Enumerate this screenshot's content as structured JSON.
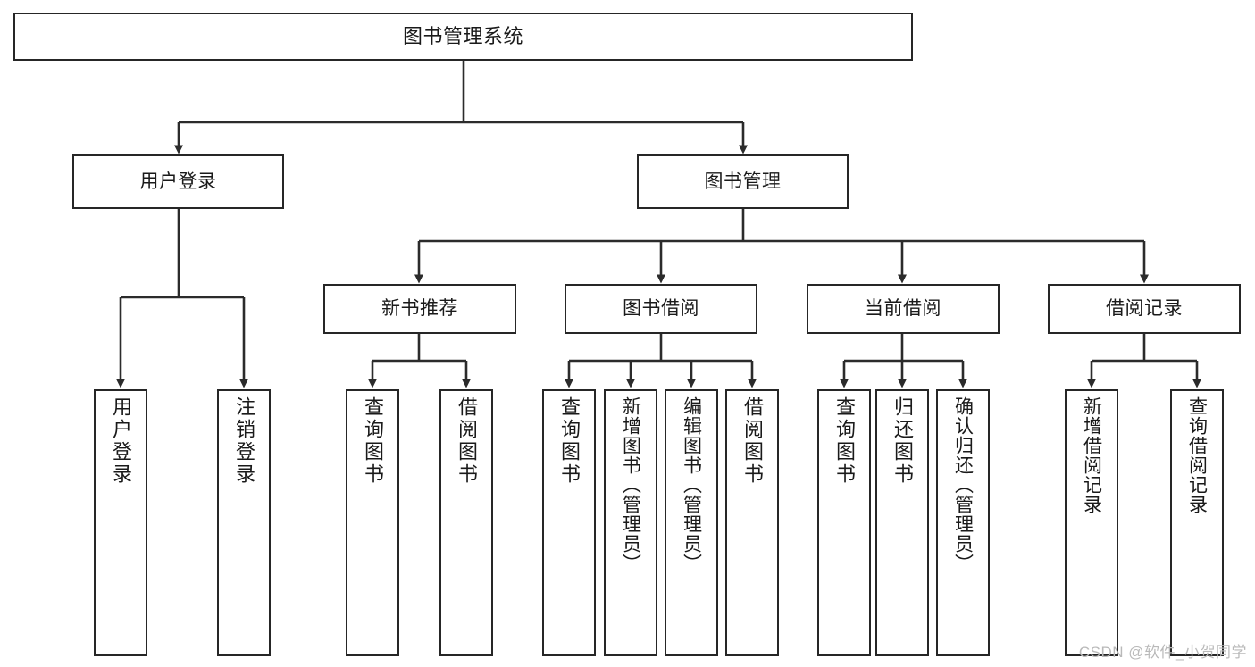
{
  "diagram": {
    "type": "tree-hierarchy",
    "title": "图书管理系统",
    "watermark": "CSDN @软件_小贺同学",
    "colors": {
      "box_border": "#262626",
      "box_fill": "#ffffff",
      "line": "#2b2b2b",
      "text": "#1a1a1a",
      "watermark": "#b9b9b9"
    },
    "nodes": {
      "root": {
        "label": "图书管理系统"
      },
      "level1": [
        {
          "id": "user-login",
          "label": "用户登录"
        },
        {
          "id": "book-manage",
          "label": "图书管理"
        }
      ],
      "level2": [
        {
          "id": "new-book-rec",
          "label": "新书推荐"
        },
        {
          "id": "book-borrow",
          "label": "图书借阅"
        },
        {
          "id": "current-borrow",
          "label": "当前借阅"
        },
        {
          "id": "borrow-record",
          "label": "借阅记录"
        }
      ],
      "leaves": {
        "user_login": [
          {
            "id": "leaf-user-login",
            "label": "用户登录"
          },
          {
            "id": "leaf-logout-login",
            "label": "注销登录"
          }
        ],
        "new_book_rec": [
          {
            "id": "leaf-query-book-1",
            "label": "查询图书"
          },
          {
            "id": "leaf-borrow-book-1",
            "label": "借阅图书"
          }
        ],
        "book_borrow": [
          {
            "id": "leaf-query-book-2",
            "label": "查询图书"
          },
          {
            "id": "leaf-add-book",
            "label": "新增图书（管理员）"
          },
          {
            "id": "leaf-edit-book",
            "label": "编辑图书（管理员）"
          },
          {
            "id": "leaf-borrow-book-2",
            "label": "借阅图书"
          }
        ],
        "current_borrow": [
          {
            "id": "leaf-query-book-3",
            "label": "查询图书"
          },
          {
            "id": "leaf-return-book",
            "label": "归还图书"
          },
          {
            "id": "leaf-confirm-return",
            "label": "确认归还（管理员）"
          }
        ],
        "borrow_record": [
          {
            "id": "leaf-add-record",
            "label": "新增借阅记录"
          },
          {
            "id": "leaf-query-record",
            "label": "查询借阅记录"
          }
        ]
      }
    }
  }
}
